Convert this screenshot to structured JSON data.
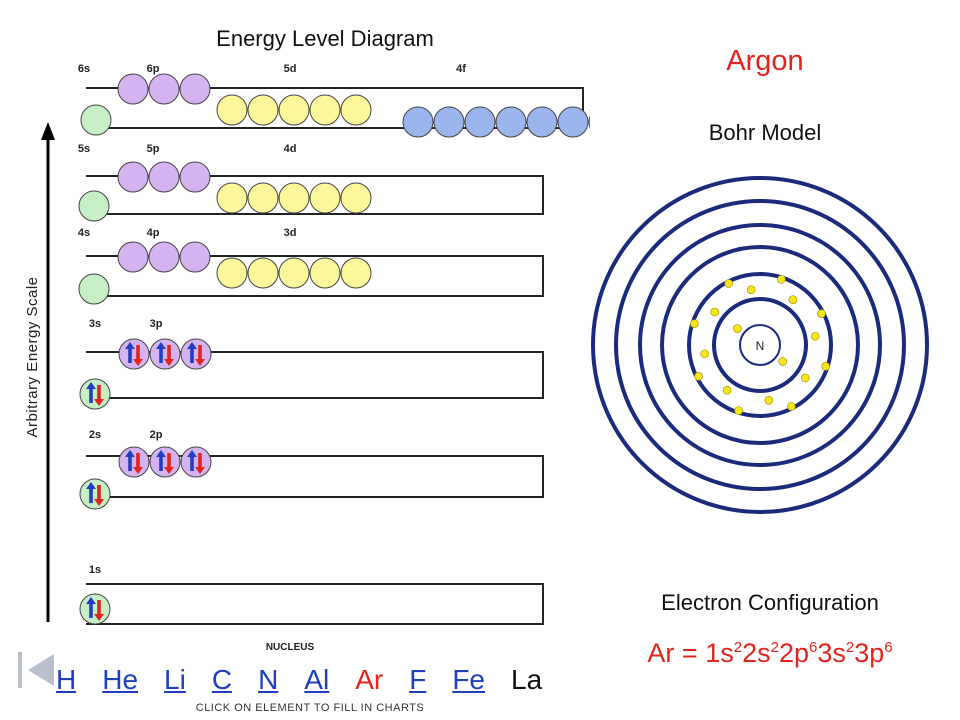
{
  "diagram": {
    "title": "Energy Level Diagram",
    "y_axis_label": "Arbitrary Energy Scale",
    "nucleus_label": "NUCLEUS",
    "levels": [
      {
        "shell": 6,
        "labels": [
          "6s",
          "6p",
          "5d",
          "4f"
        ],
        "electrons": {
          "s": 0,
          "p": 0,
          "d": 0,
          "f": 0
        }
      },
      {
        "shell": 5,
        "labels": [
          "5s",
          "5p",
          "4d"
        ],
        "electrons": {
          "s": 0,
          "p": 0,
          "d": 0
        }
      },
      {
        "shell": 4,
        "labels": [
          "4s",
          "4p",
          "3d"
        ],
        "electrons": {
          "s": 0,
          "p": 0,
          "d": 0
        }
      },
      {
        "shell": 3,
        "labels": [
          "3s",
          "3p"
        ],
        "electrons": {
          "s": 2,
          "p": 6
        }
      },
      {
        "shell": 2,
        "labels": [
          "2s",
          "2p"
        ],
        "electrons": {
          "s": 2,
          "p": 6
        }
      },
      {
        "shell": 1,
        "labels": [
          "1s"
        ],
        "electrons": {
          "s": 2
        }
      }
    ],
    "colors": {
      "s": "#c6efc6",
      "p": "#d5b3f0",
      "d": "#fbf79a",
      "f": "#9ab6ec",
      "spin_up": "#1f3fbf",
      "spin_down": "#e1241c"
    }
  },
  "element": {
    "name": "Argon"
  },
  "bohr": {
    "title": "Bohr Model",
    "nucleus_label": "N",
    "electrons_per_shell": [
      2,
      8,
      8
    ],
    "total_rings": 7,
    "electron_color": "#f5e61a"
  },
  "config": {
    "title": "Electron Configuration",
    "prefix": "Ar = ",
    "terms": [
      [
        "1s",
        "2"
      ],
      [
        "2s",
        "2"
      ],
      [
        "2p",
        "6"
      ],
      [
        "3s",
        "2"
      ],
      [
        "3p",
        "6"
      ]
    ]
  },
  "nav": {
    "elements": [
      "H",
      "He",
      "Li",
      "C",
      "N",
      "Al",
      "Ar",
      "F",
      "Fe",
      "La"
    ],
    "current": "Ar",
    "unlinked": [
      "La"
    ],
    "hint": "CLICK ON ELEMENT TO FILL IN CHARTS"
  }
}
